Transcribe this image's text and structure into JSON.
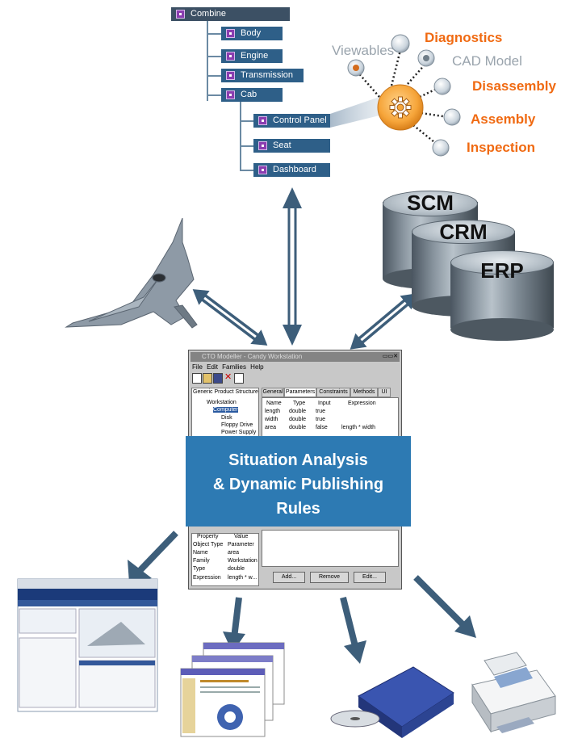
{
  "tree": {
    "root": "Combine",
    "children": [
      "Body",
      "Engine",
      "Transmission",
      "Cab"
    ],
    "cab_children": [
      "Control Panel",
      "Seat",
      "Dashboard"
    ]
  },
  "hub": {
    "labels": {
      "viewables": "Viewables",
      "diagnostics": "Diagnostics",
      "cad_model": "CAD Model",
      "disassembly": "Disassembly",
      "assembly": "Assembly",
      "inspection": "Inspection"
    }
  },
  "databases": [
    "SCM",
    "CRM",
    "ERP"
  ],
  "window": {
    "title": "CTO Modeller - Candy Workstation",
    "menu": [
      "File",
      "Edit",
      "Families",
      "Help"
    ],
    "left_tab": "Generic Product Structure",
    "tree_items": [
      "Workstation",
      "Computer",
      "Disk",
      "Floppy Drive",
      "Power Supply"
    ],
    "tabs": [
      "General",
      "Parameters",
      "Constraints",
      "Methods",
      "UI"
    ],
    "table_headers": [
      "Name",
      "Type",
      "Input",
      "Expression"
    ],
    "table_rows": [
      [
        "length",
        "double",
        "true",
        ""
      ],
      [
        "width",
        "double",
        "true",
        ""
      ],
      [
        "area",
        "double",
        "false",
        "length * width"
      ]
    ],
    "property_headers": [
      "Property",
      "Value"
    ],
    "property_rows": [
      [
        "Object Type",
        "Parameter"
      ],
      [
        "Name",
        "area"
      ],
      [
        "Family",
        "Workstation"
      ],
      [
        "Type",
        "double"
      ],
      [
        "Expression",
        "length * w..."
      ]
    ],
    "buttons": [
      "Add...",
      "Remove",
      "Edit..."
    ]
  },
  "central": {
    "line1": "Situation Analysis",
    "line2": "& Dynamic Publishing",
    "line3": "Rules"
  },
  "colors": {
    "node_blue": "#2e5f88",
    "central_blue": "#2d7ab3",
    "arrow": "#3d5e7a",
    "orange": "#f06a12",
    "hub_orange": "#f6a53a"
  }
}
